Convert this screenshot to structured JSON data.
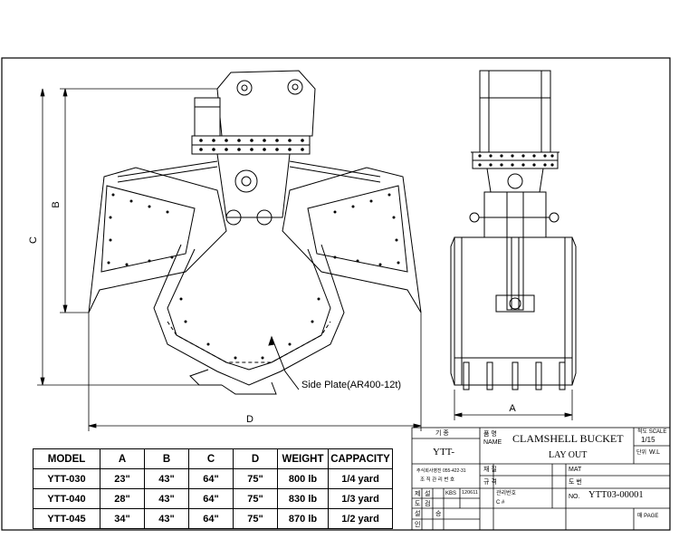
{
  "drawing": {
    "dimensions": {
      "a": "A",
      "b": "B",
      "c": "C",
      "d": "D"
    },
    "callout": "Side Plate(AR400-12t)"
  },
  "spec_table": {
    "headers": [
      "MODEL",
      "A",
      "B",
      "C",
      "D",
      "WEIGHT",
      "CAPPACITY"
    ],
    "rows": [
      [
        "YTT-030",
        "23\"",
        "43\"",
        "64\"",
        "75\"",
        "800 lb",
        "1/4 yard"
      ],
      [
        "YTT-040",
        "28\"",
        "43\"",
        "64\"",
        "75\"",
        "830 lb",
        "1/3 yard"
      ],
      [
        "YTT-045",
        "34\"",
        "43\"",
        "64\"",
        "75\"",
        "870 lb",
        "1/2 yard"
      ]
    ]
  },
  "title_block": {
    "model_label": "기 종",
    "model_value": "YTT-",
    "name_label_ko": "품 명",
    "name_label_en": "NAME",
    "title": "CLAMSHELL BUCKET",
    "subtitle": "LAY OUT",
    "scale_label": "척도 SCALE",
    "scale_value": "1/15",
    "unit_label": "단위",
    "unit_value": "W.L",
    "company_line1": "주식회사영진 055-422-31",
    "company_line2": "조 직 관 리 번 호",
    "material_label": "재 질",
    "material_value": "MAT",
    "standard_label": "규 격",
    "drawing_no_label_ko": "도 번",
    "drawing_no_label_en": "NO.",
    "drawing_no": "YTT03-00001",
    "design_label": "설",
    "check_label": "검",
    "approve_label": "승",
    "kbs": "KBS",
    "date": "120611",
    "sub_a": "관리번호",
    "sub_b": "C #",
    "row_labels": [
      "제",
      "도",
      "설",
      "인"
    ],
    "page_label": "매 PAGE"
  }
}
